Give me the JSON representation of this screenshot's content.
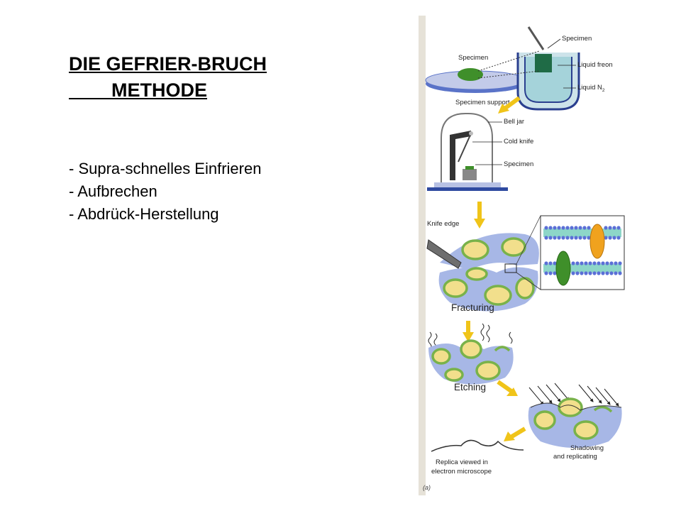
{
  "slide": {
    "title_line1": "DIE GEFRIER-BRUCH",
    "title_line2": "METHODE",
    "bullets": [
      "- Supra-schnelles Einfrieren",
      "- Aufbrechen",
      "- Abdrück-Herstellung"
    ]
  },
  "figure": {
    "labels": {
      "specimen_top": "Specimen",
      "specimen_left": "Specimen",
      "liquid_freon": "Liquid freon",
      "liquid_n2": "Liquid N",
      "liquid_n2_sub": "2",
      "specimen_support": "Specimen support",
      "bell_jar": "Bell jar",
      "cold_knife": "Cold knife",
      "specimen_jar": "Specimen",
      "knife_edge": "Knife edge",
      "fracturing": "Fracturing",
      "etching": "Etching",
      "shadowing": "Shadowing",
      "replicating": "and replicating",
      "replica_line1": "Replica viewed in",
      "replica_line2": "electron microscope",
      "panel_tag": "(a)"
    },
    "colors": {
      "ice_blue": "#a7b7e6",
      "cell_yellow": "#f2df8c",
      "membrane_green": "#79b24a",
      "arrow_yellow": "#f0c419",
      "specimen_green": "#3f8f2a",
      "protein_orange": "#f0a21e"
    }
  }
}
